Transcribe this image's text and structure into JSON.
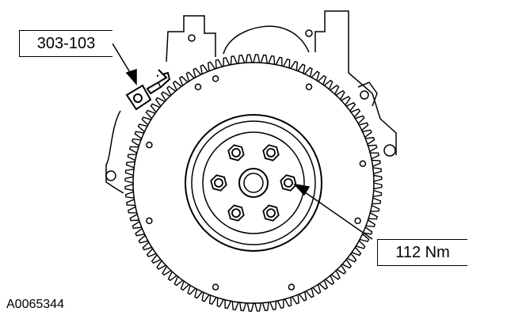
{
  "callouts": {
    "tool_number": "303-103",
    "torque": "112 Nm"
  },
  "figure_id": "A0065344",
  "colors": {
    "ink": "#000000",
    "background": "#ffffff"
  }
}
